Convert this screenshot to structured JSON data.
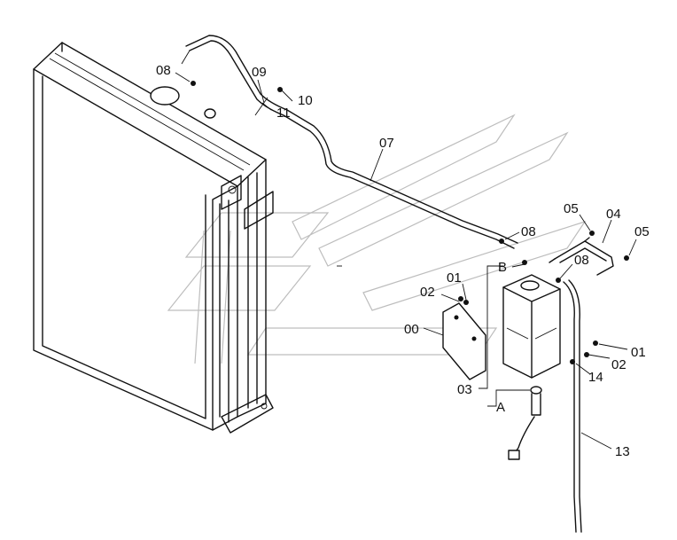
{
  "labels": {
    "p08a": "08",
    "p09": "09",
    "p10": "10",
    "p11": "11",
    "p07": "07",
    "p05a": "05",
    "p04": "04",
    "p05b": "05",
    "p08b": "08",
    "p08c": "08",
    "pB": "B",
    "p01a": "01",
    "p02a": "02",
    "p00": "00",
    "p01b": "01",
    "p02b": "02",
    "p14": "14",
    "p03": "03",
    "pA": "A",
    "p13": "13"
  }
}
